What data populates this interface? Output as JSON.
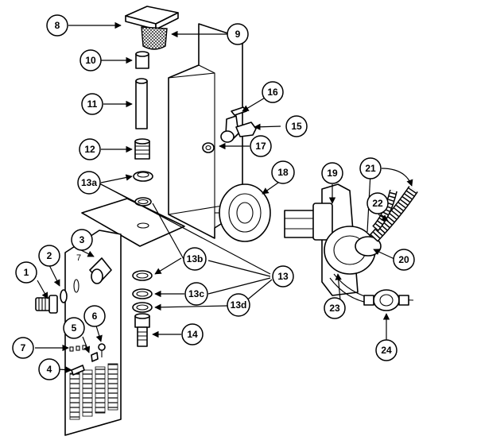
{
  "callouts": {
    "c1": "1",
    "c2": "2",
    "c3": "3",
    "c4": "4",
    "c5": "5",
    "c6": "6",
    "c7": "7",
    "c8": "8",
    "c9": "9",
    "c10": "10",
    "c11": "11",
    "c12": "12",
    "c13": "13",
    "c13a": "13a",
    "c13b": "13b",
    "c13c": "13c",
    "c13d": "13d",
    "c14": "14",
    "c15": "15",
    "c16": "16",
    "c17": "17",
    "c18": "18",
    "c19": "19",
    "c20": "20",
    "c21": "21",
    "c22": "22",
    "c23": "23",
    "c24": "24"
  },
  "inline_labels": {
    "l7": "7"
  }
}
